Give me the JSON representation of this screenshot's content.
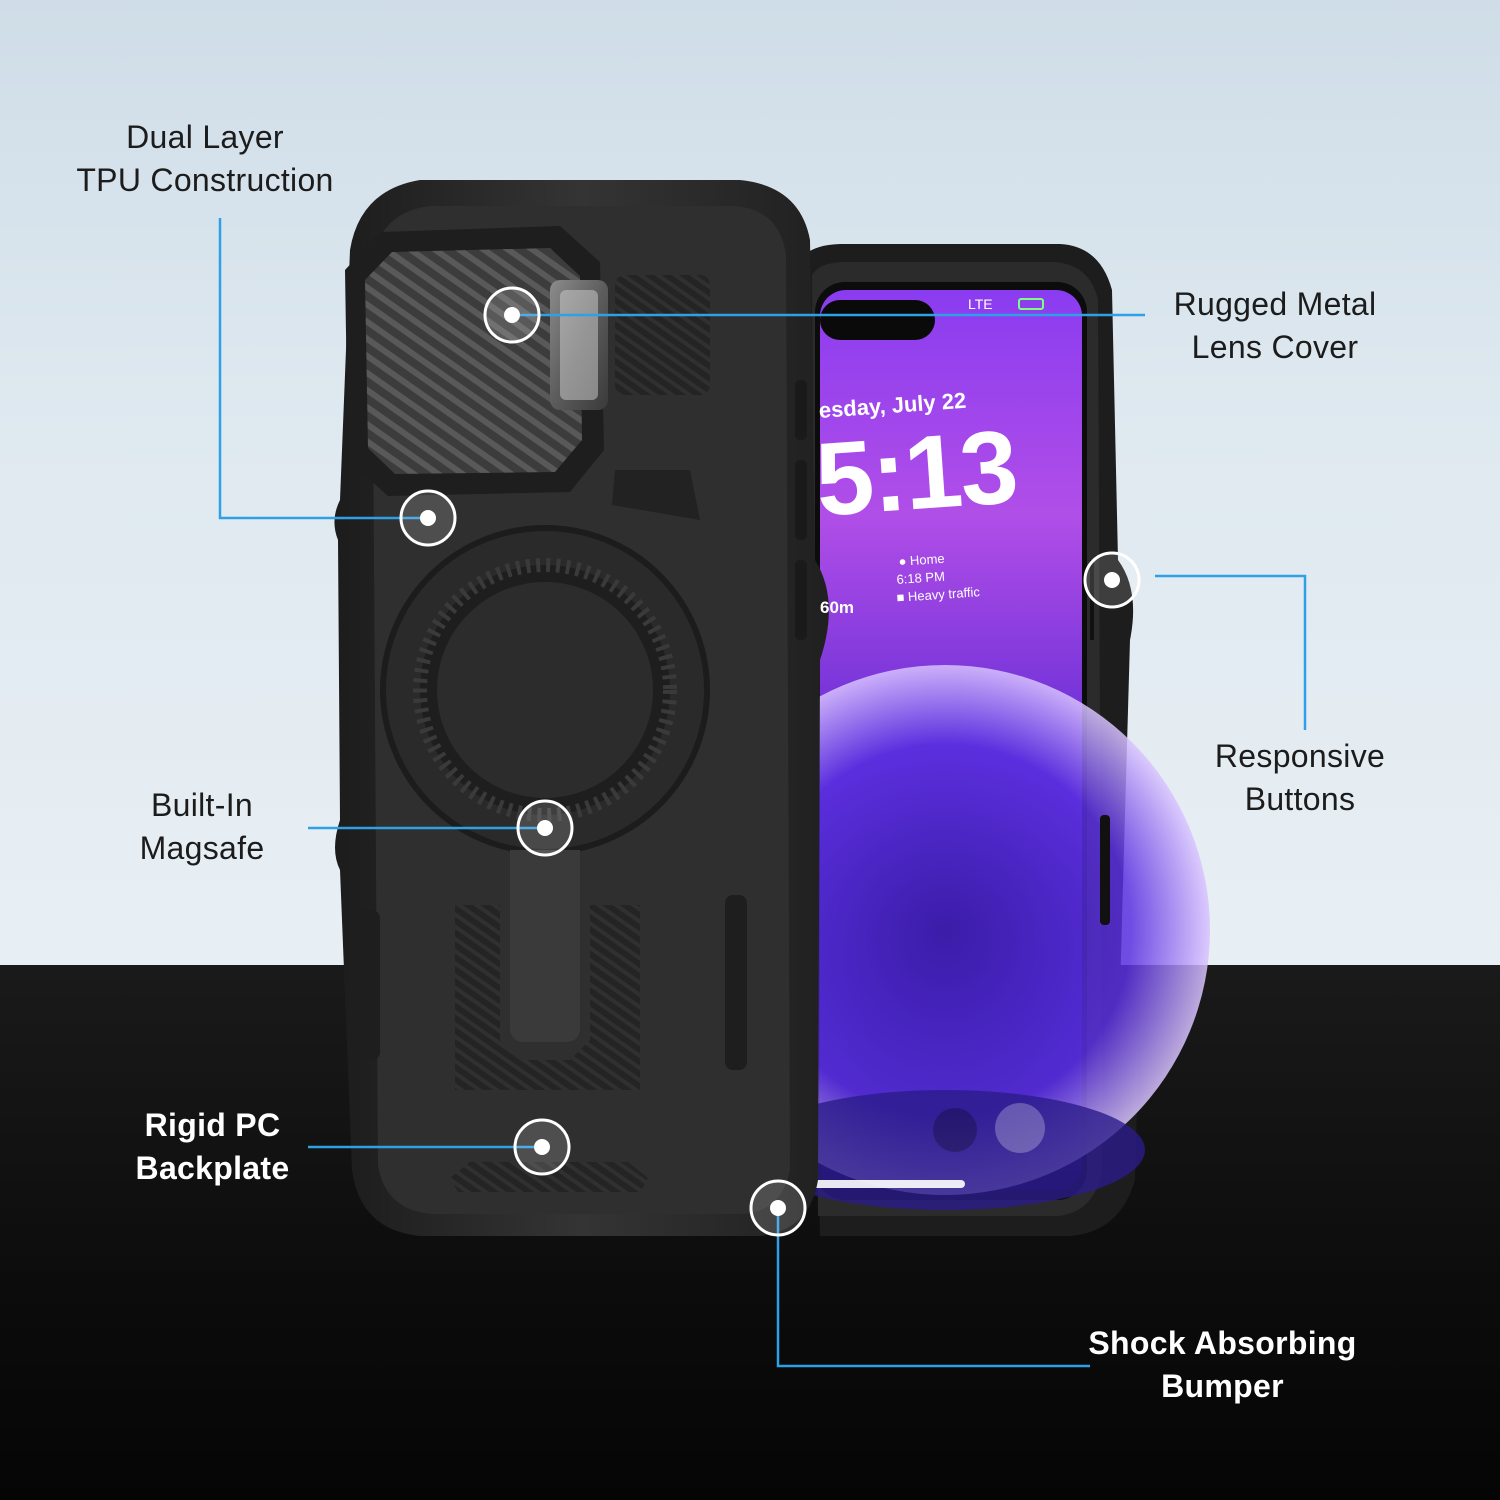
{
  "callouts": {
    "dual_layer": {
      "line1": "Dual Layer",
      "line2": "TPU Construction"
    },
    "lens_cover": {
      "line1": "Rugged Metal",
      "line2": "Lens Cover"
    },
    "responsive_buttons": {
      "line1": "Responsive",
      "line2": "Buttons"
    },
    "magsafe": {
      "line1": "Built-In",
      "line2": "Magsafe"
    },
    "backplate": {
      "line1": "Rigid PC",
      "line2": "Backplate"
    },
    "bumper": {
      "line1": "Shock Absorbing",
      "line2": "Bumper"
    }
  },
  "lock_screen": {
    "carrier": "LTE",
    "date": "esday, July 22",
    "time": "5:13",
    "widget_left": "60m",
    "widget_title": "Home",
    "widget_time": "6:18 PM",
    "widget_status": "Heavy traffic"
  },
  "colors": {
    "accent_line": "#2f9fe6",
    "case_black": "#2a2a2a",
    "screen_purple": "#7b2fd0"
  }
}
